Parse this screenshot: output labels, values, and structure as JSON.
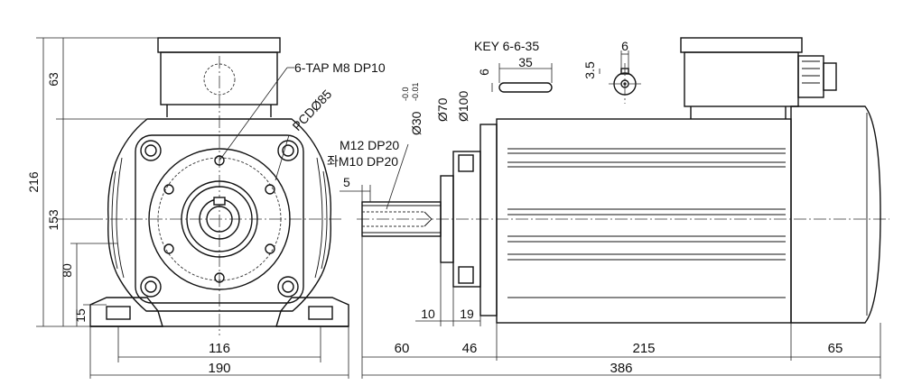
{
  "drawing": {
    "labels": {
      "key": "KEY 6-6-35",
      "key_width": "6",
      "key_height": "6",
      "key_length": "35",
      "key_depth": "3.5",
      "tap": "6-TAP M8 DP10",
      "pcd": "PCDØ85",
      "shaft_dia": "Ø30",
      "shaft_tol_upper": "-0.0",
      "shaft_tol_lower": "-0.01",
      "spigot_dia": "Ø70",
      "flange_dia": "Ø100",
      "thread_1": "M12 DP20",
      "thread_2": "좌M10 DP20",
      "shoulder": "5"
    },
    "front_view": {
      "height_total": "216",
      "terminal_box_height": "63",
      "shaft_height": "153",
      "foot_hole_height": "80",
      "foot_thickness": "15",
      "foot_hole_pitch": "116",
      "foot_width": "190"
    },
    "side_view": {
      "spigot_len": "10",
      "flange_len": "19",
      "shaft_len": "60",
      "flange_body": "46",
      "body_len": "215",
      "rear_cover": "65",
      "overall_len": "386"
    }
  }
}
